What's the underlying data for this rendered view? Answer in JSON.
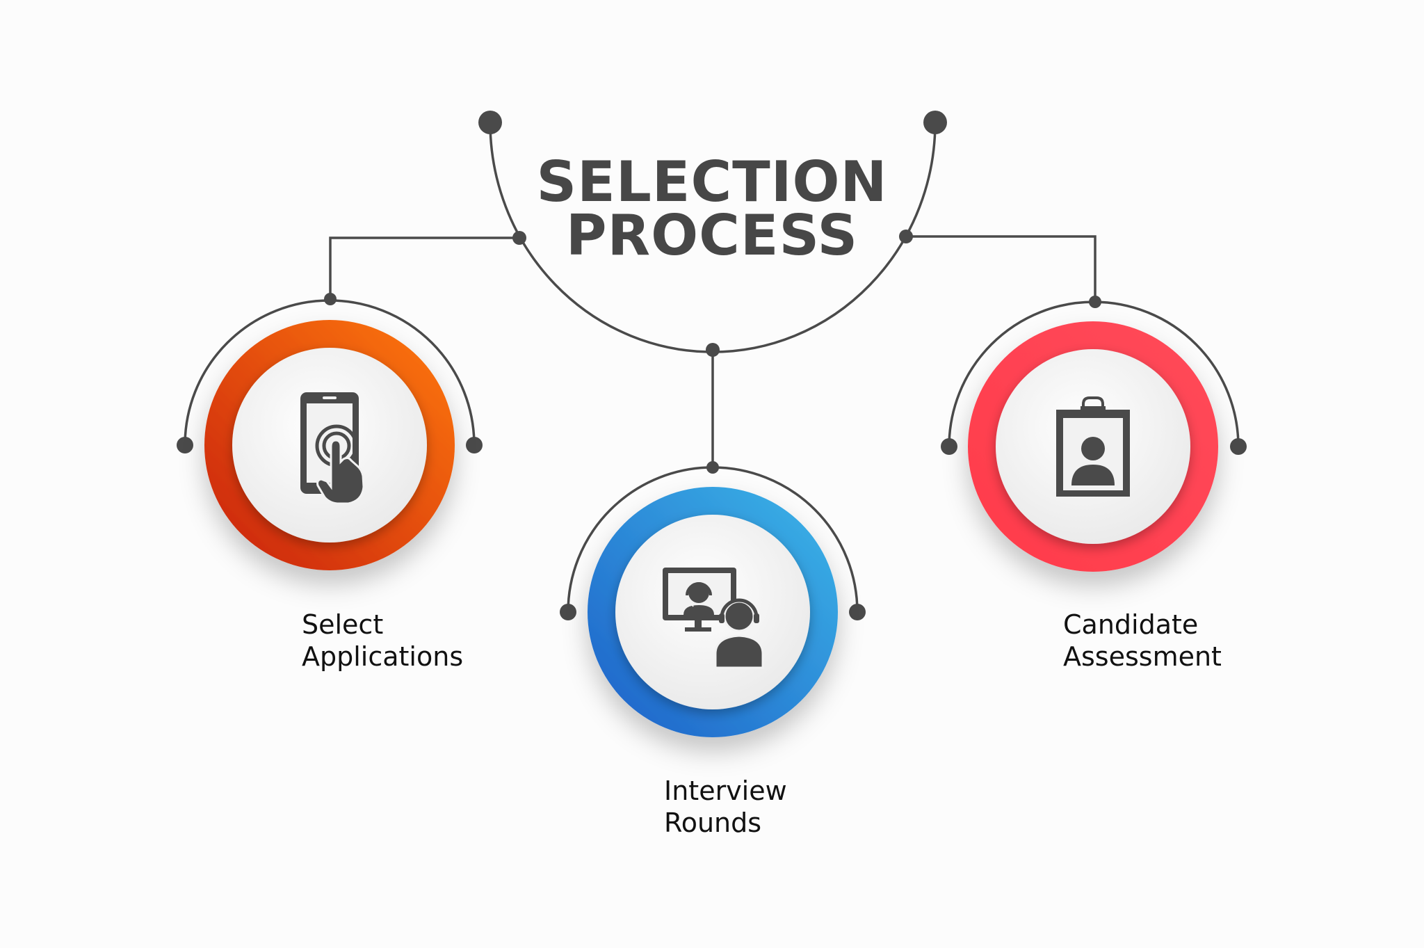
{
  "title": {
    "line1": "SELECTION",
    "line2": "PROCESS"
  },
  "colors": {
    "connector": "#4a4a4a",
    "icon": "#4a4a4a",
    "inner_disc": "#f4f4f4",
    "label_text": "#111111",
    "title_text": "#474747"
  },
  "steps": [
    {
      "id": "select-applications",
      "label_line1": "Select",
      "label_line2": "Applications",
      "icon": "smartphone-touch-icon",
      "ring_colors": [
        "#c8200c",
        "#ff7a0c"
      ]
    },
    {
      "id": "interview-rounds",
      "label_line1": "Interview",
      "label_line2": "Rounds",
      "icon": "video-interview-icon",
      "ring_colors": [
        "#1d5fc8",
        "#3cb6e8"
      ]
    },
    {
      "id": "candidate-assessment",
      "label_line1": "Candidate",
      "label_line2": "Assessment",
      "icon": "id-badge-clipboard-icon",
      "ring_colors": [
        "#ff3b4a",
        "#ff3b4a"
      ]
    }
  ]
}
